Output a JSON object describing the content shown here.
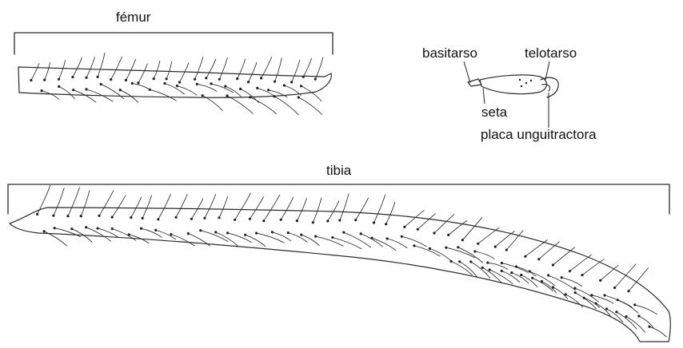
{
  "labels": {
    "femur": "fémur",
    "tibia": "tibia",
    "basitarso": "basitarso",
    "telotarso": "telotarso",
    "seta": "seta",
    "placa_unguitractora": "placa unguitractora"
  },
  "colors": {
    "ink": "#2a2a2a",
    "background": "#ffffff"
  }
}
